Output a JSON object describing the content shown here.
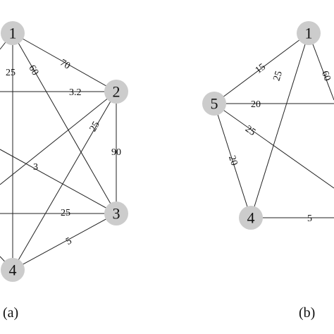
{
  "panels": [
    {
      "caption": "(a)",
      "nodes": [
        {
          "id": "1",
          "label": "1"
        },
        {
          "id": "2",
          "label": "2"
        },
        {
          "id": "3",
          "label": "3"
        },
        {
          "id": "4",
          "label": "4"
        }
      ],
      "edges": [
        {
          "from": "1",
          "to": "2",
          "label": "70"
        },
        {
          "from": "1",
          "to": "3",
          "label": "60"
        },
        {
          "from": "1",
          "to": "4",
          "label": "25"
        },
        {
          "from": "2",
          "to": "3",
          "label": "90"
        },
        {
          "from": "2",
          "to": "4",
          "label": "25"
        },
        {
          "from": "3",
          "to": "4",
          "label": "5"
        },
        {
          "from": "off-left",
          "to": "2",
          "label": "3.2"
        },
        {
          "from": "off-left",
          "to": "3",
          "label": "3"
        },
        {
          "from": "off-left",
          "to": "3",
          "label": "25"
        },
        {
          "from": "off-left",
          "to": "2",
          "label": ""
        },
        {
          "from": "off-left",
          "to": "1",
          "label": ""
        },
        {
          "from": "off-left",
          "to": "4",
          "label": ""
        }
      ]
    },
    {
      "caption": "(b)",
      "nodes": [
        {
          "id": "1",
          "label": "1"
        },
        {
          "id": "5",
          "label": "5"
        },
        {
          "id": "4",
          "label": "4"
        }
      ],
      "edges": [
        {
          "from": "5",
          "to": "1",
          "label": "15"
        },
        {
          "from": "4",
          "to": "1",
          "label": "25"
        },
        {
          "from": "1",
          "to": "off-right",
          "label": "60"
        },
        {
          "from": "5",
          "to": "off-right",
          "label": "20"
        },
        {
          "from": "5",
          "to": "off-right",
          "label": "25"
        },
        {
          "from": "5",
          "to": "4",
          "label": "20"
        },
        {
          "from": "4",
          "to": "off-right",
          "label": "5"
        }
      ]
    }
  ]
}
